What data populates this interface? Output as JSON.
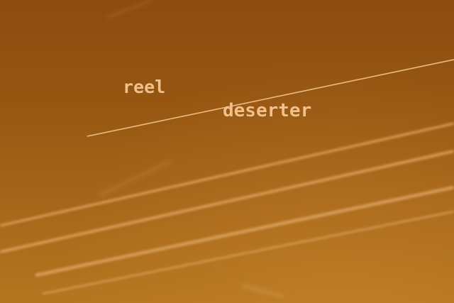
{
  "image": {
    "subject": "contrails",
    "colors": {
      "sky_top": "#8c4c10",
      "sky_bottom": "#b4761f",
      "contrail": "#e8b070",
      "caption": "#f2c08a"
    }
  },
  "captions": {
    "first": "reel",
    "second": "deserter"
  }
}
